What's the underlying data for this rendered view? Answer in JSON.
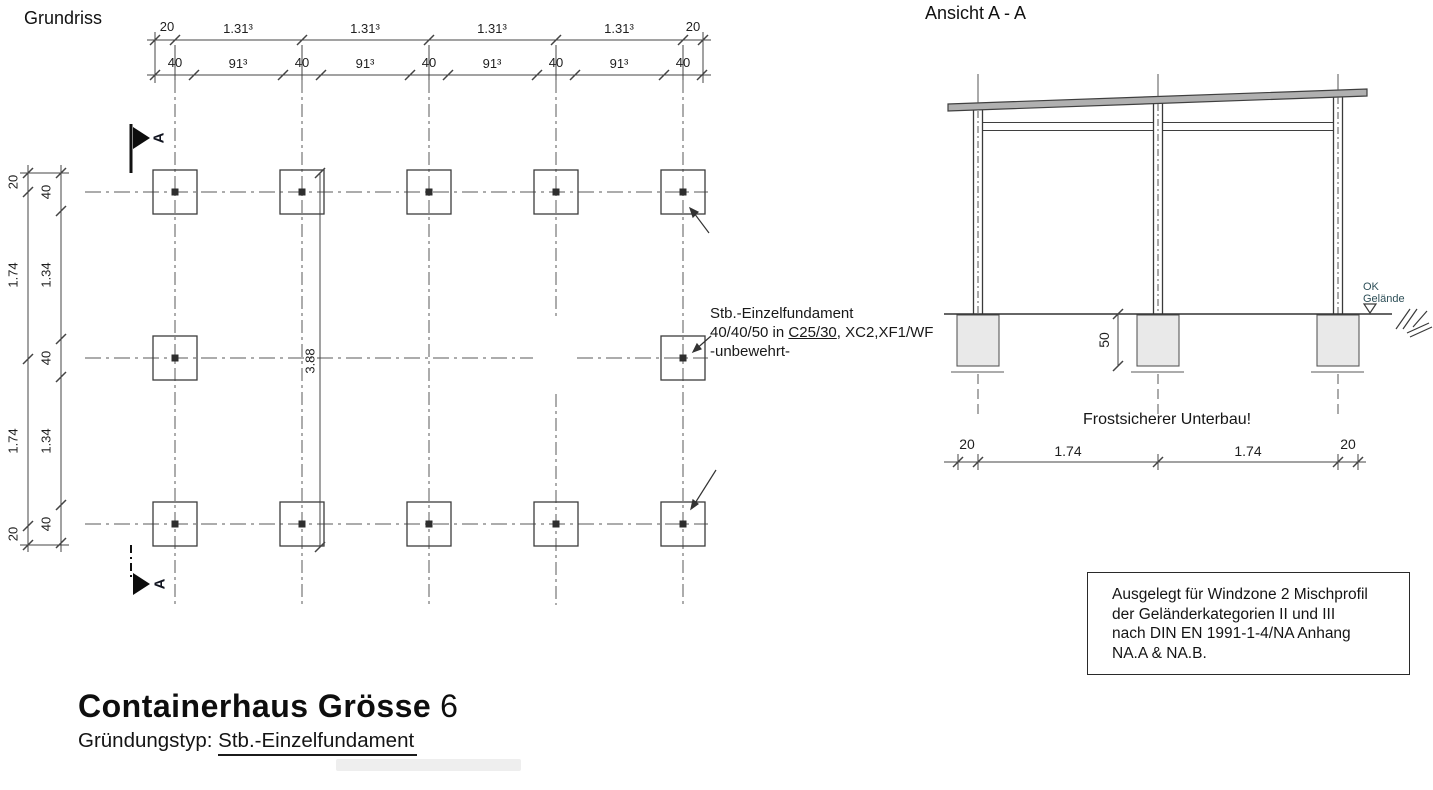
{
  "plan": {
    "title": "Grundriss",
    "section_label_top": "A",
    "section_label_bottom": "A",
    "dims_top_row1": [
      "20",
      "1.31³",
      "1.31³",
      "1.31³",
      "1.31³",
      "20"
    ],
    "dims_top_row2": [
      "40",
      "91³",
      "40",
      "91³",
      "40",
      "91³",
      "40",
      "91³",
      "40"
    ],
    "dims_left_outer": [
      "20",
      "1.74",
      "1.74",
      "20"
    ],
    "dims_left_inner": [
      "40",
      "1.34",
      "40",
      "1.34",
      "40"
    ],
    "dim_total_height": "3.88",
    "annotation": {
      "line1": "Stb.-Einzelfundament",
      "line2_pre": "40/40/50 in ",
      "line2_underlined": "C25/30",
      "line2_post": ", XC2,XF1/WF",
      "line3": "-unbewehrt-"
    }
  },
  "elevation": {
    "title": "Ansicht A - A",
    "ground_label_line1": "OK",
    "ground_label_line2": "Gelände",
    "foundation_depth": "50",
    "note": "Frostsicherer Unterbau!",
    "dims_bottom": [
      "20",
      "1.74",
      "1.74",
      "20"
    ]
  },
  "infobox": {
    "lines": [
      "Ausgelegt für Windzone 2 Mischprofil",
      "der Geländerkategorien II und III",
      "nach DIN EN 1991-1-4/NA Anhang",
      "NA.A & NA.B."
    ]
  },
  "titleblock": {
    "title_bold": "Containerhaus Grösse",
    "title_size": "6",
    "subtitle_label": "Gründungstyp: ",
    "subtitle_value": "Stb.-Einzelfundament"
  },
  "colors": {
    "line": "#3f3f3f",
    "roof_fill": "#b0b0b0",
    "foundation_fill": "#e9e9e9",
    "ground_label": "#2e4f58"
  }
}
